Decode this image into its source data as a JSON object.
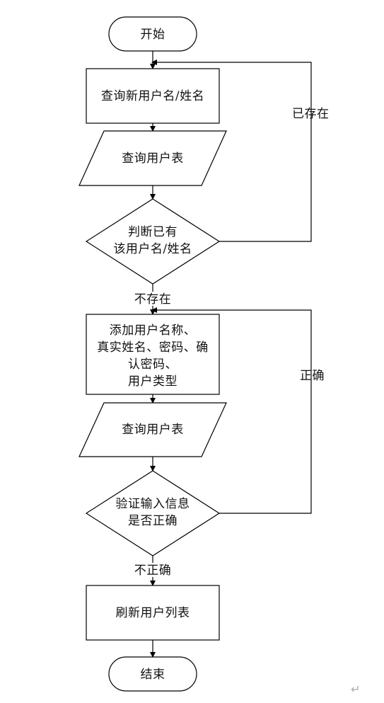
{
  "flowchart": {
    "start": "开始",
    "query_new_user": "查询新用户名/姓名",
    "query_user_table_1": "查询用户表",
    "decision_exists": [
      "判断已有",
      "该用户名/姓名"
    ],
    "add_user": [
      "添加用户名称、",
      "真实姓名、密码、确",
      "认密码、",
      "用户类型"
    ],
    "query_user_table_2": "查询用户表",
    "decision_valid": [
      "验证输入信息",
      "是否正确"
    ],
    "refresh_list": "刷新用户列表",
    "end": "结束"
  },
  "edges": {
    "exists_label": "已存在",
    "not_exists_label": "不存在",
    "correct_label": "正确",
    "incorrect_label": "不正确"
  },
  "page_mark": "↵"
}
